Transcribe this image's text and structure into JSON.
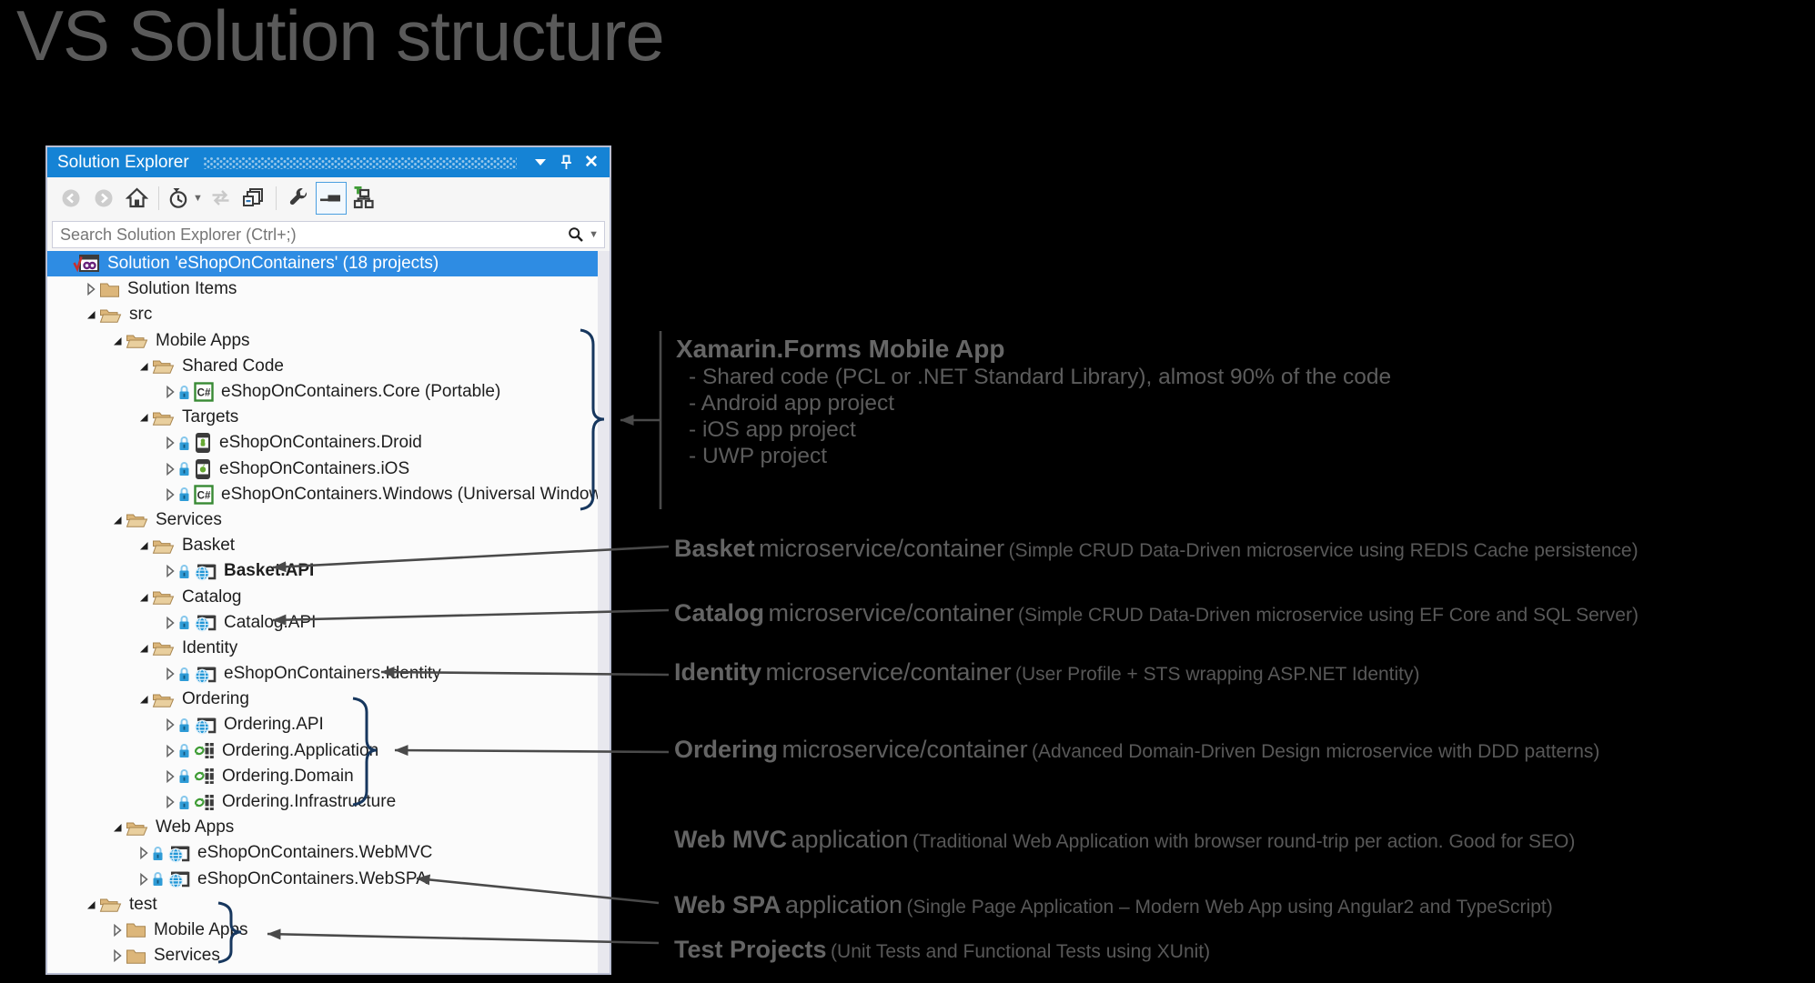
{
  "page": {
    "title": "VS Solution structure"
  },
  "panel": {
    "title": "Solution Explorer",
    "titlebar_icons": [
      "chevron-down-icon",
      "pin-icon",
      "close-icon"
    ],
    "toolbar": {
      "buttons": [
        {
          "name": "back",
          "state": "disabled"
        },
        {
          "name": "forward",
          "state": "disabled"
        },
        {
          "name": "home",
          "state": "normal"
        },
        {
          "name": "separator",
          "state": ""
        },
        {
          "name": "history-filter",
          "state": "normal"
        },
        {
          "name": "sync-active-document",
          "state": "disabled"
        },
        {
          "name": "collapse-all",
          "state": "normal"
        },
        {
          "name": "separator",
          "state": ""
        },
        {
          "name": "properties-wrench",
          "state": "normal"
        },
        {
          "name": "show-all-files",
          "state": "active"
        },
        {
          "name": "add-dependency-graph",
          "state": "normal"
        }
      ]
    },
    "search": {
      "placeholder": "Search Solution Explorer (Ctrl+;)",
      "value": ""
    },
    "tree": {
      "items": [
        {
          "label": "Solution 'eShopOnContainers' (18 projects)",
          "level": 0,
          "expander": "none",
          "icon": "solution",
          "lock": false,
          "bold": false,
          "selected": true
        },
        {
          "label": "Solution Items",
          "level": 1,
          "expander": "collapsed",
          "icon": "folder-closed",
          "lock": false,
          "bold": false,
          "selected": false
        },
        {
          "label": "src",
          "level": 1,
          "expander": "expanded",
          "icon": "folder-open",
          "lock": false,
          "bold": false,
          "selected": false
        },
        {
          "label": "Mobile Apps",
          "level": 2,
          "expander": "expanded",
          "icon": "folder-open",
          "lock": false,
          "bold": false,
          "selected": false
        },
        {
          "label": "Shared Code",
          "level": 3,
          "expander": "expanded",
          "icon": "folder-open",
          "lock": false,
          "bold": false,
          "selected": false
        },
        {
          "label": "eShopOnContainers.Core (Portable)",
          "level": 4,
          "expander": "collapsed",
          "icon": "csharp",
          "lock": true,
          "bold": false,
          "selected": false
        },
        {
          "label": "Targets",
          "level": 3,
          "expander": "expanded",
          "icon": "folder-open",
          "lock": false,
          "bold": false,
          "selected": false
        },
        {
          "label": "eShopOnContainers.Droid",
          "level": 4,
          "expander": "collapsed",
          "icon": "android",
          "lock": true,
          "bold": false,
          "selected": false
        },
        {
          "label": "eShopOnContainers.iOS",
          "level": 4,
          "expander": "collapsed",
          "icon": "ios",
          "lock": true,
          "bold": false,
          "selected": false
        },
        {
          "label": "eShopOnContainers.Windows (Universal Windows)",
          "level": 4,
          "expander": "collapsed",
          "icon": "csharp",
          "lock": true,
          "bold": false,
          "selected": false
        },
        {
          "label": "Services",
          "level": 2,
          "expander": "expanded",
          "icon": "folder-open",
          "lock": false,
          "bold": false,
          "selected": false
        },
        {
          "label": "Basket",
          "level": 3,
          "expander": "expanded",
          "icon": "folder-open",
          "lock": false,
          "bold": false,
          "selected": false
        },
        {
          "label": "Basket.API",
          "level": 4,
          "expander": "collapsed",
          "icon": "web",
          "lock": true,
          "bold": true,
          "selected": false
        },
        {
          "label": "Catalog",
          "level": 3,
          "expander": "expanded",
          "icon": "folder-open",
          "lock": false,
          "bold": false,
          "selected": false
        },
        {
          "label": "Catalog.API",
          "level": 4,
          "expander": "collapsed",
          "icon": "web",
          "lock": true,
          "bold": false,
          "selected": false
        },
        {
          "label": "Identity",
          "level": 3,
          "expander": "expanded",
          "icon": "folder-open",
          "lock": false,
          "bold": false,
          "selected": false
        },
        {
          "label": "eShopOnContainers.Identity",
          "level": 4,
          "expander": "collapsed",
          "icon": "web",
          "lock": true,
          "bold": false,
          "selected": false
        },
        {
          "label": "Ordering",
          "level": 3,
          "expander": "expanded",
          "icon": "folder-open",
          "lock": false,
          "bold": false,
          "selected": false
        },
        {
          "label": "Ordering.API",
          "level": 4,
          "expander": "collapsed",
          "icon": "web",
          "lock": true,
          "bold": false,
          "selected": false
        },
        {
          "label": "Ordering.Application",
          "level": 4,
          "expander": "collapsed",
          "icon": "library",
          "lock": true,
          "bold": false,
          "selected": false
        },
        {
          "label": "Ordering.Domain",
          "level": 4,
          "expander": "collapsed",
          "icon": "library",
          "lock": true,
          "bold": false,
          "selected": false
        },
        {
          "label": "Ordering.Infrastructure",
          "level": 4,
          "expander": "collapsed",
          "icon": "library",
          "lock": true,
          "bold": false,
          "selected": false
        },
        {
          "label": "Web Apps",
          "level": 2,
          "expander": "expanded",
          "icon": "folder-open",
          "lock": false,
          "bold": false,
          "selected": false
        },
        {
          "label": "eShopOnContainers.WebMVC",
          "level": 3,
          "expander": "collapsed",
          "icon": "web",
          "lock": true,
          "bold": false,
          "selected": false
        },
        {
          "label": "eShopOnContainers.WebSPA",
          "level": 3,
          "expander": "collapsed",
          "icon": "web",
          "lock": true,
          "bold": false,
          "selected": false
        },
        {
          "label": "test",
          "level": 1,
          "expander": "expanded",
          "icon": "folder-open",
          "lock": false,
          "bold": false,
          "selected": false
        },
        {
          "label": "Mobile Apps",
          "level": 2,
          "expander": "collapsed",
          "icon": "folder-closed",
          "lock": false,
          "bold": false,
          "selected": false
        },
        {
          "label": "Services",
          "level": 2,
          "expander": "collapsed",
          "icon": "folder-closed",
          "lock": false,
          "bold": false,
          "selected": false
        }
      ]
    }
  },
  "annotations": [
    {
      "id": "xamarin",
      "head": "Xamarin.Forms Mobile App",
      "bullets": [
        "- Shared code (PCL or .NET Standard Library), almost 90% of the code",
        "- Android app project",
        "- iOS app project",
        "- UWP project"
      ]
    },
    {
      "id": "basket",
      "bold": "Basket",
      "rest": "microservice/container",
      "paren": "(Simple CRUD Data-Driven microservice using REDIS Cache persistence)"
    },
    {
      "id": "catalog",
      "bold": "Catalog",
      "rest": "microservice/container",
      "paren": "(Simple CRUD Data-Driven microservice using EF Core and SQL Server)"
    },
    {
      "id": "identity",
      "bold": "Identity",
      "rest": "microservice/container",
      "paren": "(User Profile + STS wrapping ASP.NET Identity)"
    },
    {
      "id": "ordering",
      "bold": "Ordering",
      "rest": "microservice/container",
      "paren": "(Advanced Domain-Driven Design microservice with DDD patterns)"
    },
    {
      "id": "webmvc",
      "bold": "Web MVC",
      "rest": "application",
      "paren": "(Traditional Web Application with browser round-trip per action. Good for SEO)"
    },
    {
      "id": "webspa",
      "bold": "Web SPA",
      "rest": "application",
      "paren": "(Single Page Application – Modern Web App using Angular2 and TypeScript)"
    },
    {
      "id": "test",
      "bold": "Test Projects",
      "rest": "",
      "paren": "(Unit Tests and Functional Tests using XUnit)"
    }
  ],
  "colors": {
    "titlebar_blue": "#1583d5",
    "selection_blue": "#2e8ce3",
    "folder_tan": "#dcb67a",
    "lock_blue": "#2e9bd6",
    "globe_blue": "#2196d6",
    "icon_green": "#3f9c35",
    "annotation_gray": "#5e5e5e",
    "connector_gray": "#4a4a4a",
    "bracket_navy": "#17375e",
    "background": "#000000"
  }
}
